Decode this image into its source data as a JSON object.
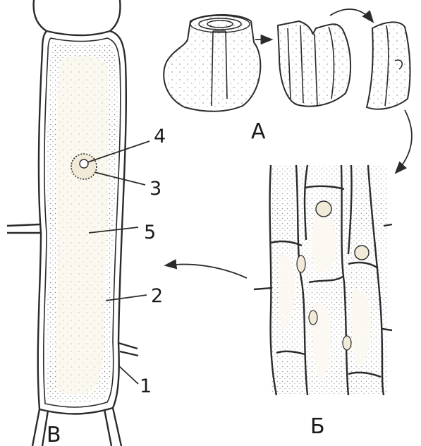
{
  "figure": {
    "panel_labels": {
      "a": "А",
      "b": "Б",
      "v": "В"
    },
    "part_numbers": [
      "1",
      "2",
      "3",
      "4",
      "5"
    ]
  },
  "colors": {
    "ink": "#2b2b2b",
    "cytoplasm": "#f1ead8",
    "vacuole": "#fbf8ef"
  }
}
